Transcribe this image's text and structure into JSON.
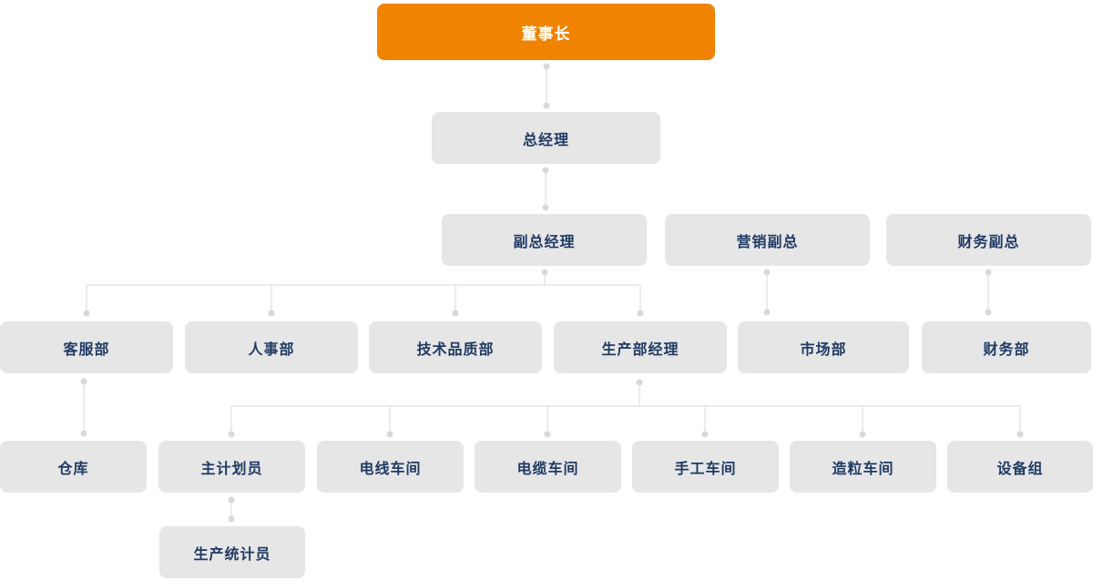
{
  "org_chart": {
    "type": "org-chart",
    "colors": {
      "root_bg": "#F08300",
      "root_text": "#FFFFFF",
      "node_bg": "#E6E6E7",
      "node_text": "#1F3A63",
      "connector": "#E0E0E0",
      "dot": "#D9D9D9",
      "background": "#FFFFFF"
    },
    "nodes": {
      "chairman": {
        "label": "董事长",
        "parent": null,
        "highlighted": true
      },
      "general_manager": {
        "label": "总经理",
        "parent": "chairman"
      },
      "deputy_general_manager": {
        "label": "副总经理",
        "parent": "general_manager"
      },
      "marketing_vp": {
        "label": "营销副总",
        "parent": null
      },
      "finance_vp": {
        "label": "财务副总",
        "parent": null
      },
      "customer_service_dept": {
        "label": "客服部",
        "parent": "deputy_general_manager"
      },
      "hr_dept": {
        "label": "人事部",
        "parent": "deputy_general_manager"
      },
      "tech_quality_dept": {
        "label": "技术品质部",
        "parent": "deputy_general_manager"
      },
      "production_dept_manager": {
        "label": "生产部经理",
        "parent": "deputy_general_manager"
      },
      "market_dept": {
        "label": "市场部",
        "parent": "marketing_vp"
      },
      "finance_dept": {
        "label": "财务部",
        "parent": "finance_vp"
      },
      "warehouse": {
        "label": "仓库",
        "parent": "customer_service_dept"
      },
      "chief_planner": {
        "label": "主计划员",
        "parent": "production_dept_manager"
      },
      "wire_workshop": {
        "label": "电线车间",
        "parent": "production_dept_manager"
      },
      "cable_workshop": {
        "label": "电缆车间",
        "parent": "production_dept_manager"
      },
      "manual_workshop": {
        "label": "手工车间",
        "parent": "production_dept_manager"
      },
      "granulation_workshop": {
        "label": "造粒车间",
        "parent": "production_dept_manager"
      },
      "equipment_group": {
        "label": "设备组",
        "parent": "production_dept_manager"
      },
      "production_statistician": {
        "label": "生产统计员",
        "parent": "chief_planner"
      }
    }
  }
}
